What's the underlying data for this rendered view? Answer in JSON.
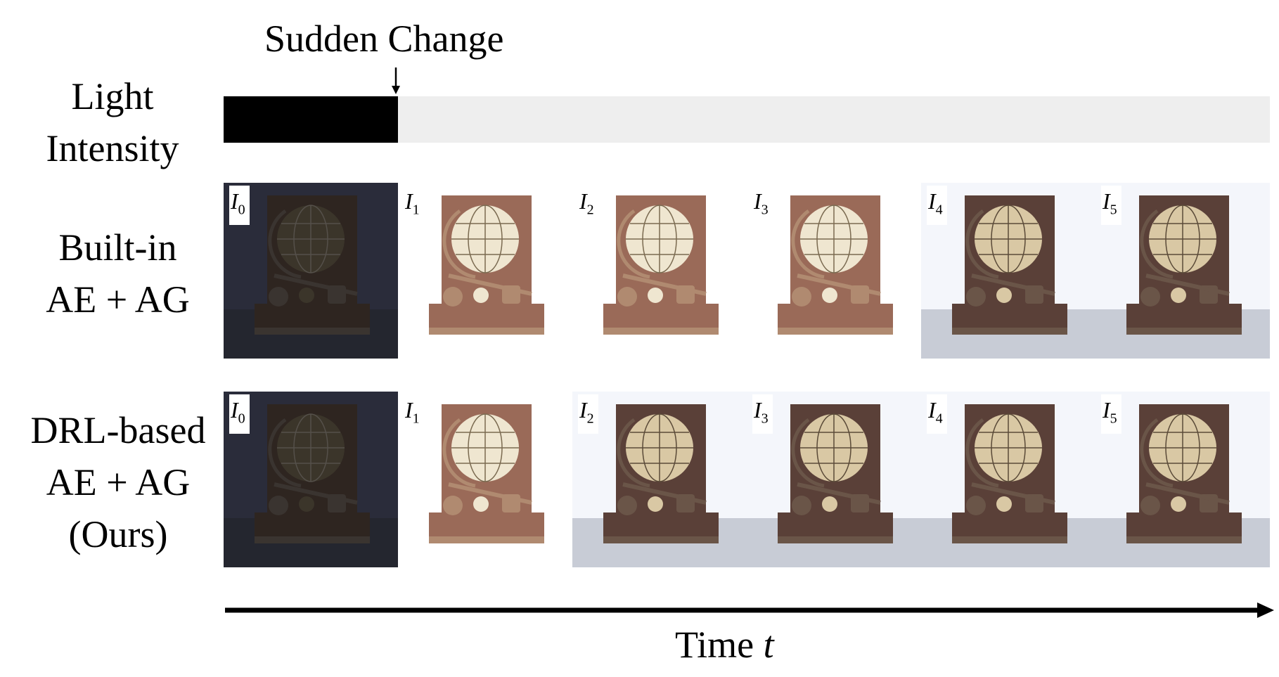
{
  "labels": {
    "sudden_change": "Sudden Change",
    "light_intensity_1": "Light",
    "light_intensity_2": "Intensity",
    "builtin_1": "Built-in",
    "builtin_2": "AE + AG",
    "drl_1": "DRL-based",
    "drl_2": "AE + AG",
    "drl_3": "(Ours)",
    "time": "Time",
    "time_var": "t"
  },
  "light_bar": {
    "dark_fraction": 0.167,
    "dark_color": "#000000",
    "bright_color": "#eeeeee"
  },
  "rows": [
    {
      "id": "builtin",
      "frames": [
        {
          "var": "I",
          "sub": "0",
          "exposure": "dark"
        },
        {
          "var": "I",
          "sub": "1",
          "exposure": "over"
        },
        {
          "var": "I",
          "sub": "2",
          "exposure": "over"
        },
        {
          "var": "I",
          "sub": "3",
          "exposure": "over"
        },
        {
          "var": "I",
          "sub": "4",
          "exposure": "good"
        },
        {
          "var": "I",
          "sub": "5",
          "exposure": "good"
        }
      ]
    },
    {
      "id": "drl",
      "frames": [
        {
          "var": "I",
          "sub": "0",
          "exposure": "dark"
        },
        {
          "var": "I",
          "sub": "1",
          "exposure": "over"
        },
        {
          "var": "I",
          "sub": "2",
          "exposure": "good"
        },
        {
          "var": "I",
          "sub": "3",
          "exposure": "good"
        },
        {
          "var": "I",
          "sub": "4",
          "exposure": "good"
        },
        {
          "var": "I",
          "sub": "5",
          "exposure": "good"
        }
      ]
    }
  ],
  "colors": {
    "dark": {
      "bg": "#2a2c3a",
      "book": "#2e2520",
      "globe": "#3b352a",
      "globe_grid": "#55504a",
      "floor": "#24262f",
      "items": "#3a3430"
    },
    "over": {
      "bg": "#ffffff",
      "book": "#9a6a58",
      "globe": "#efe6d0",
      "globe_grid": "#7a6a50",
      "floor": "#ffffff",
      "items": "#b08a70"
    },
    "good": {
      "bg": "#f4f6fb",
      "book": "#5a4038",
      "globe": "#d9c8a4",
      "globe_grid": "#5a4a38",
      "floor": "#c8ccd6",
      "items": "#6a5548"
    }
  }
}
